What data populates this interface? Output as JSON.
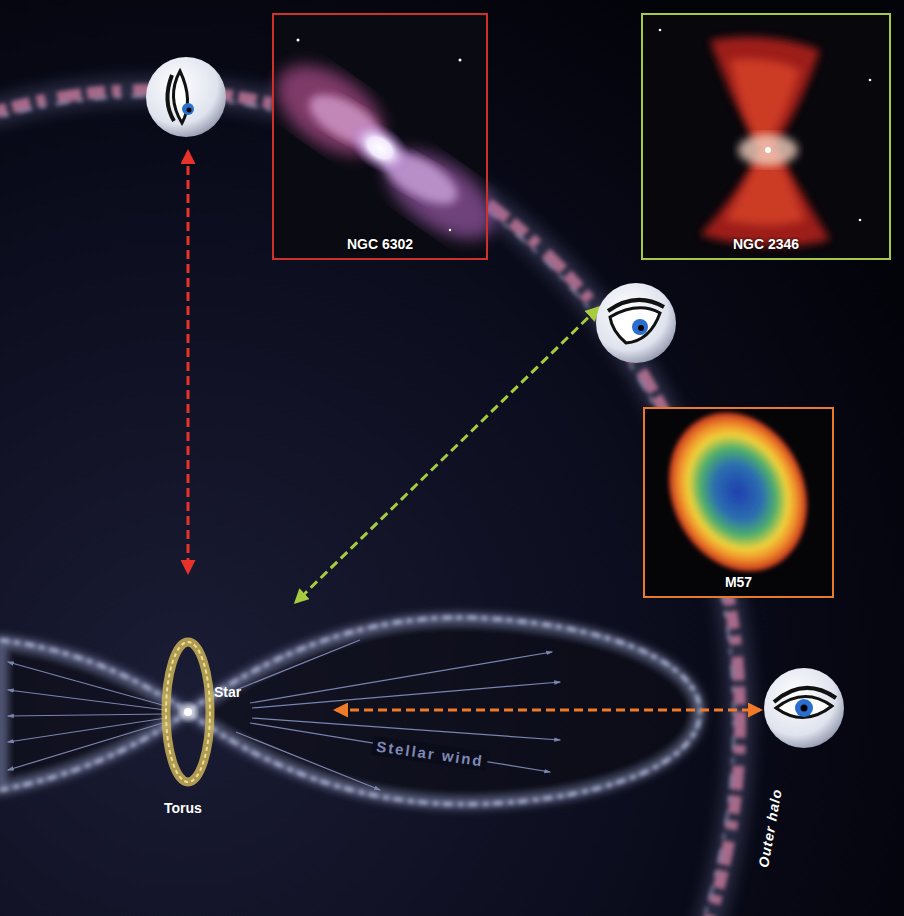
{
  "diagram": {
    "nodes": [
      {
        "text": [
          "NGC 6302"
        ]
      },
      {
        "text": [
          "NGC 2346"
        ]
      },
      {
        "text": [
          "M57"
        ]
      }
    ],
    "labels": [
      "Star",
      "Torus",
      "Stellar wind",
      "Outer halo"
    ]
  }
}
